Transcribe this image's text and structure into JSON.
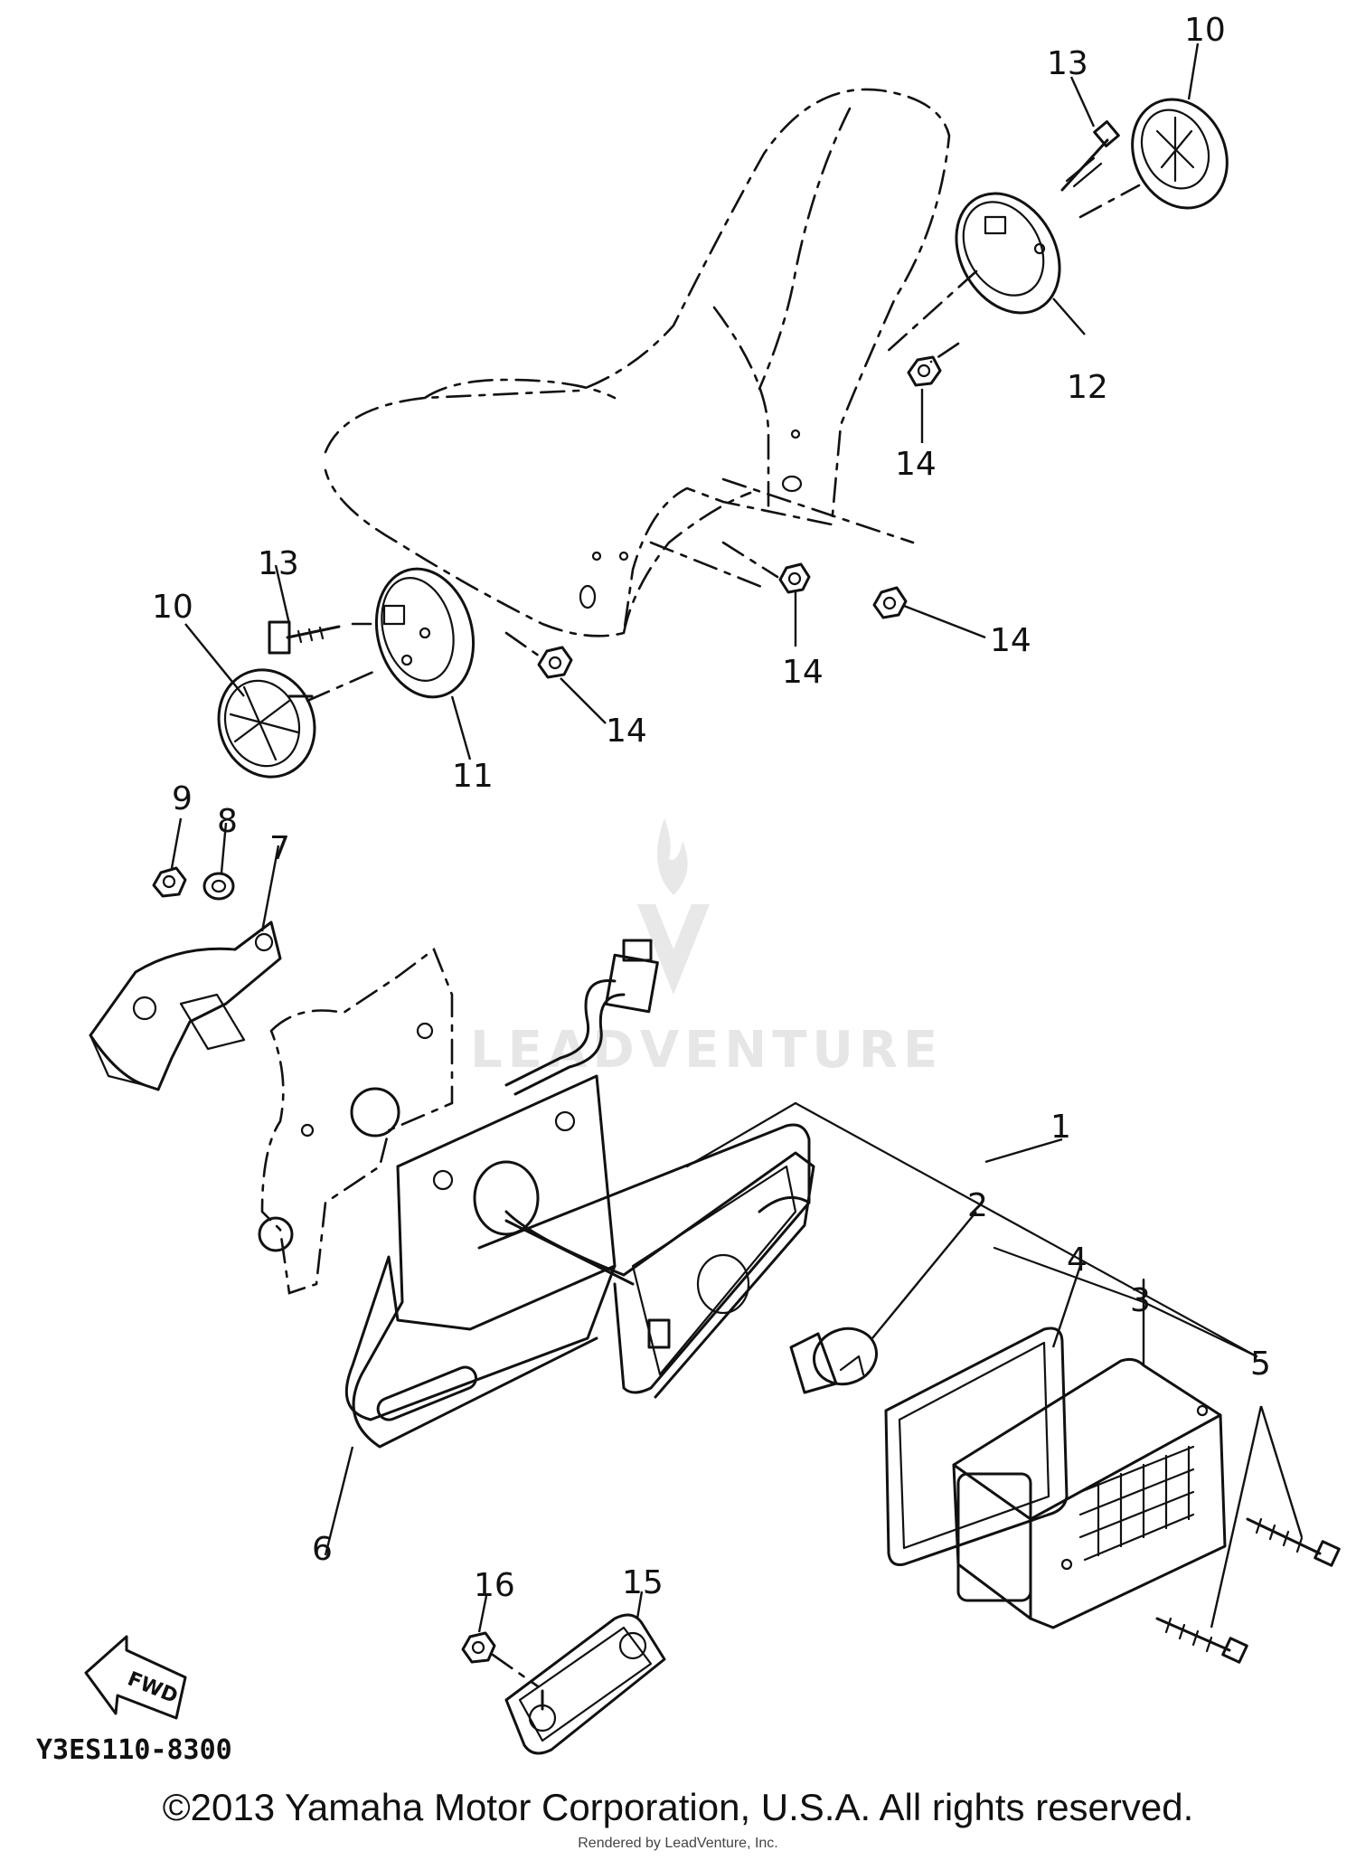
{
  "diagram": {
    "part_labels": {
      "p1": "1",
      "p2": "2",
      "p3": "3",
      "p4": "4",
      "p5": "5",
      "p6": "6",
      "p7": "7",
      "p8": "8",
      "p9": "9",
      "p10a": "10",
      "p10b": "10",
      "p11": "11",
      "p12": "12",
      "p13a": "13",
      "p13b": "13",
      "p14a": "14",
      "p14b": "14",
      "p14c": "14",
      "p14d": "14",
      "p15": "15",
      "p16": "16"
    },
    "fwd_label": "FWD",
    "figure_code": "Y3ES110-8300",
    "watermark": "LEADVENTURE"
  },
  "footer": {
    "copyright": "©2013 Yamaha Motor Corporation, U.S.A. All rights reserved.",
    "rendered_by": "Rendered by LeadVenture, Inc."
  }
}
